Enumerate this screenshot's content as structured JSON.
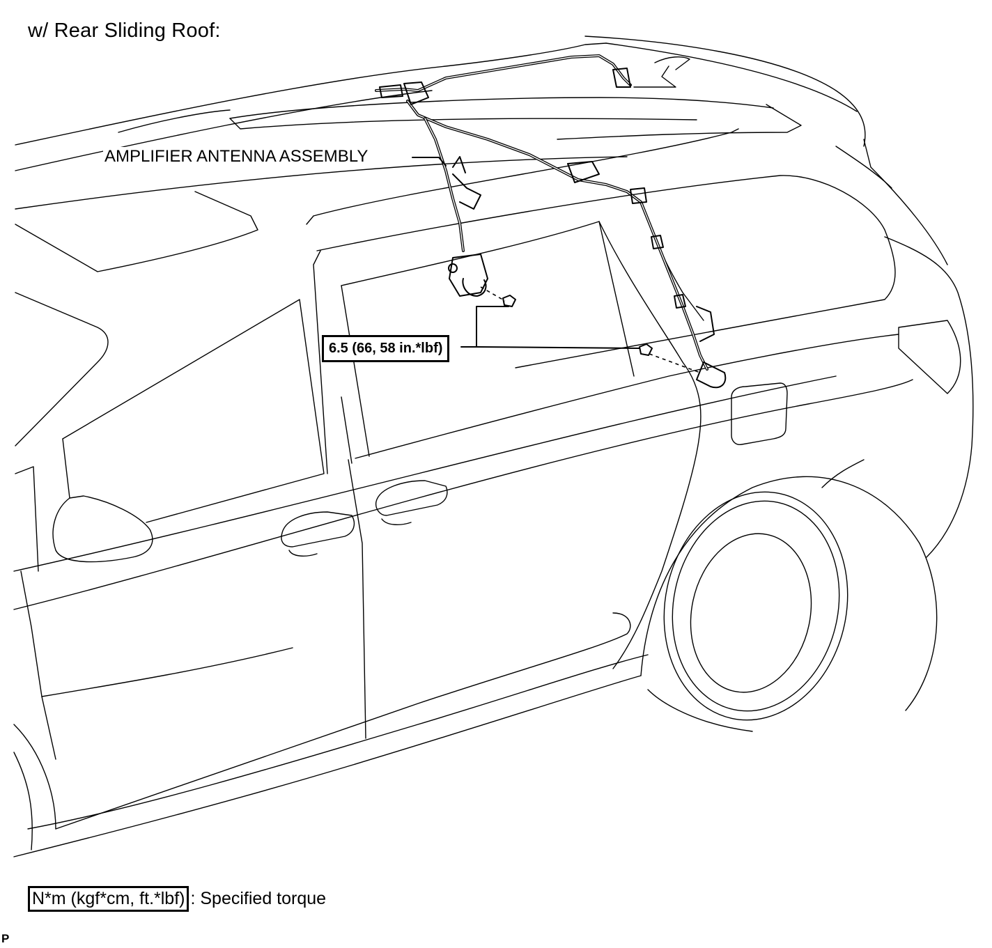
{
  "diagram": {
    "title": "w/ Rear Sliding Roof:",
    "part_label": "AMPLIFIER ANTENNA ASSEMBLY",
    "torque_spec": "6.5 (66, 58 in.*lbf)",
    "legend": {
      "unit": "N*m (kgf*cm, ft.*lbf)",
      "description": ": Specified torque"
    },
    "figure_code": "P"
  }
}
